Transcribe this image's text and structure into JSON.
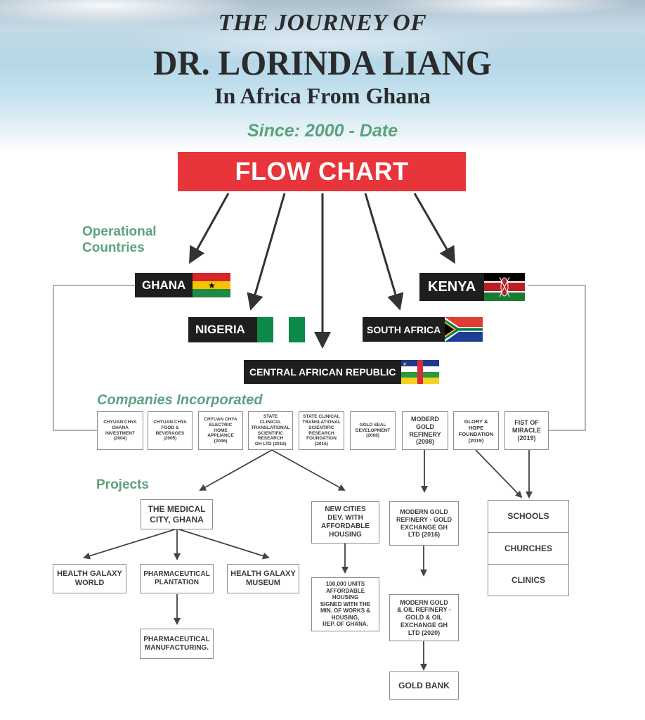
{
  "header": {
    "line1": "THE JOURNEY OF",
    "line2": "DR. LORINDA LIANG",
    "line3": "In Africa From Ghana",
    "since": "Since: 2000 - Date",
    "flow_chart_label": "FLOW CHART"
  },
  "colors": {
    "accent_red": "#e8343b",
    "label_green": "#5aa37f",
    "country_bg": "#1e1e1e"
  },
  "section_labels": {
    "operational_countries": [
      "Operational",
      "Countries"
    ],
    "companies": "Companies Incorporated",
    "projects": "Projects"
  },
  "countries": [
    {
      "name": "GHANA",
      "flag": "ghana-flag"
    },
    {
      "name": "NIGERIA",
      "flag": "nigeria-flag"
    },
    {
      "name": "CENTRAL AFRICAN REPUBLIC",
      "flag": "car-flag"
    },
    {
      "name": "SOUTH AFRICA",
      "flag": "south-africa-flag"
    },
    {
      "name": "KENYA",
      "flag": "kenya-flag"
    }
  ],
  "companies": [
    {
      "lines": [
        "CHYUAN CHYA",
        "GHANA",
        "INVESTMENT",
        "(2004)"
      ]
    },
    {
      "lines": [
        "CHYUAN CHYA",
        "FOOD &",
        "BEVERAGES",
        "(2005)"
      ]
    },
    {
      "lines": [
        "CHYUAN CHYA",
        "ELECTRIC",
        "HOME",
        "APPLIANCE",
        "(2006)"
      ]
    },
    {
      "lines": [
        "STATE",
        "CLINICAL",
        "TRANSLATIONAL",
        "SCIENTIFIC",
        "RESEARCH",
        "GH LTD (2016)"
      ]
    },
    {
      "lines": [
        "STATE CLINICAL",
        "TRANSLATIONAL",
        "SCIENTIFIC",
        "RESEARCH",
        "FOUNDATION",
        "(2016)"
      ]
    },
    {
      "lines": [
        "GOLD SEAL",
        "DEVELOPMENT",
        "(2008)"
      ]
    },
    {
      "lines": [
        "MODERD",
        "GOLD",
        "REFINERY",
        "(2008)"
      ]
    },
    {
      "lines": [
        "GLORY &",
        "HOPE",
        "FOUNDATION",
        "(2019)"
      ]
    },
    {
      "lines": [
        "FIST OF",
        "MIRACLE",
        "(2019)"
      ]
    }
  ],
  "projects": {
    "medical_city": [
      "THE MEDICAL",
      "CITY, GHANA"
    ],
    "health_galaxy_world": [
      "HEALTH GALAXY",
      "WORLD"
    ],
    "pharma_plantation": [
      "PHARMACEUTICAL",
      "PLANTATION"
    ],
    "health_galaxy_museum": [
      "HEALTH GALAXY",
      "MUSEUM"
    ],
    "pharma_manufacturing": [
      "PHARMACEUTICAL",
      "MANUFACTURING."
    ],
    "new_cities": [
      "NEW CITIES",
      "DEV. WITH",
      "AFFORDABLE",
      "HOUSING"
    ],
    "housing_units": [
      "100,000 UNITS",
      "AFFORDABLE",
      "HOUSING",
      "SIGNED WITH THE",
      "MIN. OF WORKS &",
      "HOUSING,",
      "REP. OF GHANA."
    ],
    "gold_exchange_2016": [
      "MODERN GOLD",
      "REFINERY - GOLD",
      "EXCHANGE GH",
      "LTD (2016)"
    ],
    "gold_oil_2020": [
      "MODERN GOLD",
      "& OIL REFINERY -",
      "GOLD & OIL",
      "EXCHANGE GH",
      "LTD (2020)"
    ],
    "gold_bank": [
      "GOLD BANK"
    ],
    "social": [
      "SCHOOLS",
      "CHURCHES",
      "CLINICS"
    ]
  }
}
